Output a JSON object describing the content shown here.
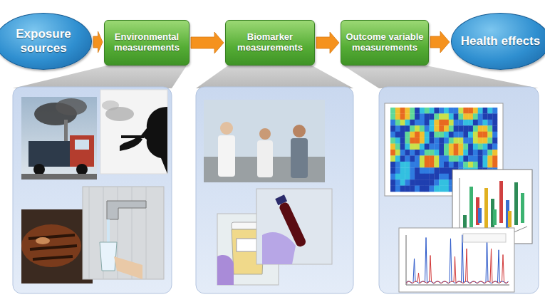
{
  "diagram": {
    "nodes": [
      {
        "text": [
          "Exposure sources"
        ]
      },
      {
        "text": [
          "Environmental measurements"
        ]
      },
      {
        "text": [
          "Biomarker measurements"
        ]
      },
      {
        "text": [
          "Outcome variable measurements"
        ]
      },
      {
        "text": [
          "Health effects"
        ]
      }
    ],
    "edges": [
      {
        "from": 0,
        "to": 1,
        "arrow": "to"
      },
      {
        "from": 1,
        "to": 2,
        "arrow": "to"
      },
      {
        "from": 2,
        "to": 3,
        "arrow": "to"
      },
      {
        "from": 3,
        "to": 4,
        "arrow": "to"
      }
    ]
  }
}
